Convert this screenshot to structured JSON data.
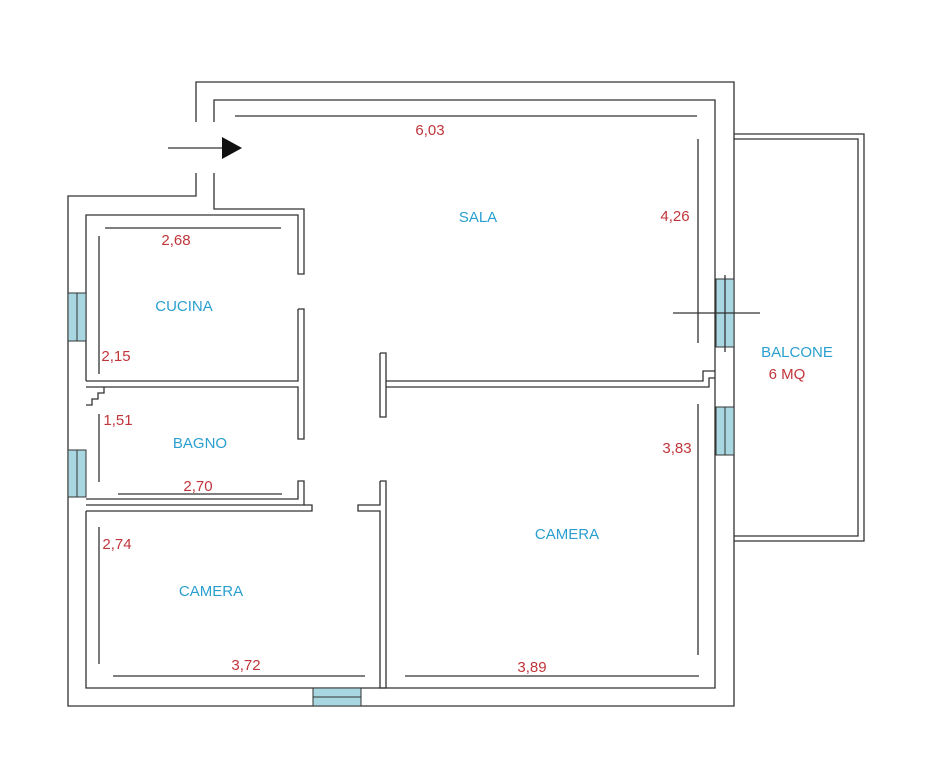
{
  "colors": {
    "room_label": "#2a9fcf",
    "dimension": "#c0353b",
    "wall": "#333333",
    "window": "#a8d7e2"
  },
  "rooms": {
    "sala": "SALA",
    "cucina": "CUCINA",
    "bagno": "BAGNO",
    "camera_small": "CAMERA",
    "camera_large": "CAMERA",
    "balcone": "BALCONE",
    "balcone_area": "6 MQ"
  },
  "dimensions": {
    "sala_width": "6,03",
    "sala_depth": "4,26",
    "cucina_width": "2,68",
    "cucina_depth": "2,15",
    "bagno_depth": "1,51",
    "bagno_width": "2,70",
    "camera_small_depth": "2,74",
    "camera_small_width": "3,72",
    "camera_large_depth": "3,83",
    "camera_large_width": "3,89"
  },
  "icons": {
    "entrance": "entrance-arrow-icon"
  }
}
